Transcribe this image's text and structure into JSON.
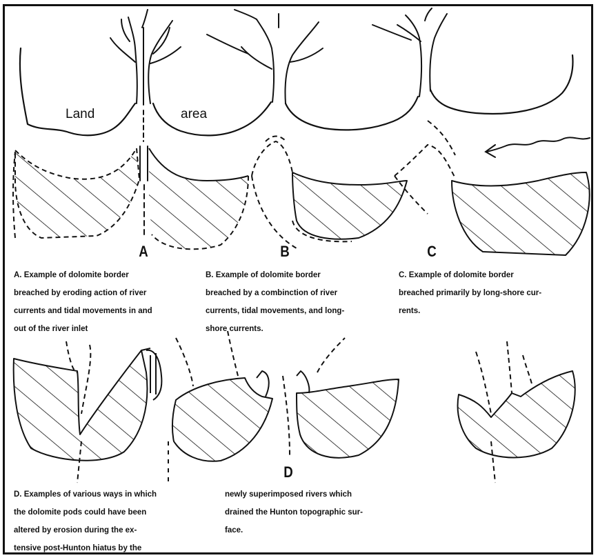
{
  "land_labels": {
    "land": "Land",
    "area": "area"
  },
  "panel_labels": {
    "a": "A",
    "b": "B",
    "c": "C",
    "d": "D"
  },
  "captions": {
    "a": [
      "A. Example of dolomite border",
      "breached by eroding action of river",
      "currents and tidal movements in and",
      "out of the river inlet"
    ],
    "b": [
      "B. Example of dolomite border",
      "breached by a combinction of river",
      "currents, tidal movements, and long-",
      "shore currents."
    ],
    "c": [
      "C. Example of dolomite border",
      "breached primarily by long-shore cur-",
      "rents."
    ],
    "d1": [
      "D. Examples of various ways in which",
      "the dolomite pods could have been",
      "altered by erosion during the ex-",
      "tensive post-Hunton hiatus by the"
    ],
    "d2": [
      "newly superimposed rivers which",
      "drained the Hunton topographic sur-",
      "face."
    ]
  },
  "colors": {
    "ink": "#111111",
    "paper": "#ffffff"
  }
}
